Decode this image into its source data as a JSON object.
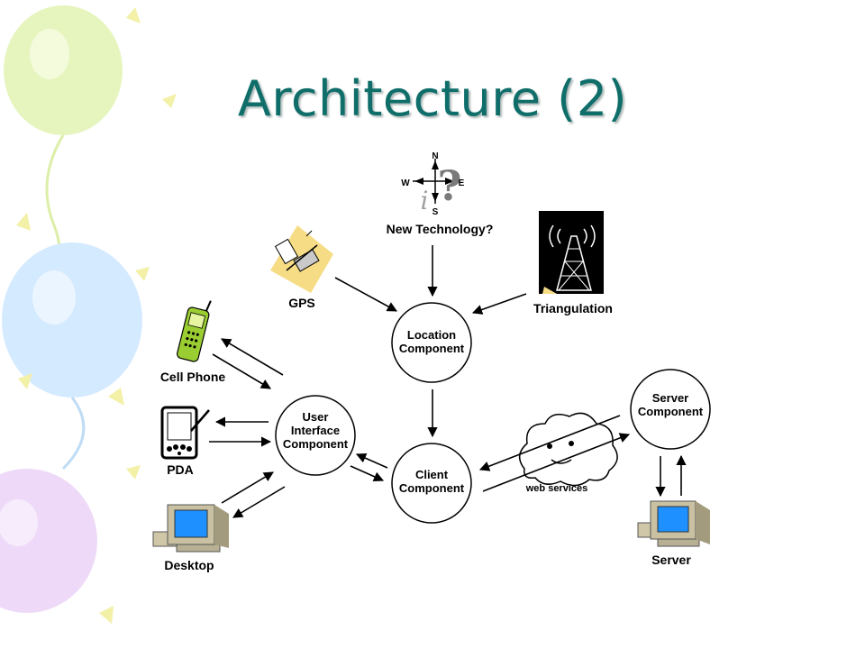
{
  "slide": {
    "title": "Architecture (2)"
  },
  "diagram": {
    "nodes": {
      "location": [
        "Location",
        "Component"
      ],
      "ui": [
        "User",
        "Interface",
        "Component"
      ],
      "client": [
        "Client",
        "Component"
      ],
      "server_component": [
        "Server",
        "Component"
      ]
    },
    "sources": {
      "new_technology": "New Technology?",
      "gps": "GPS",
      "triangulation": "Triangulation"
    },
    "compass": {
      "n": "N",
      "s": "S",
      "e": "E",
      "w": "W"
    },
    "devices": {
      "cell_phone": "Cell Phone",
      "pda": "PDA",
      "desktop": "Desktop",
      "server": "Server"
    },
    "web_services": "web services"
  },
  "colors": {
    "title": "#0f6e6a",
    "balloon_green": "#e3f3b8",
    "balloon_blue": "#cfe8ff",
    "balloon_purple": "#ecd6f7",
    "monitor_screen": "#1e90ff"
  }
}
